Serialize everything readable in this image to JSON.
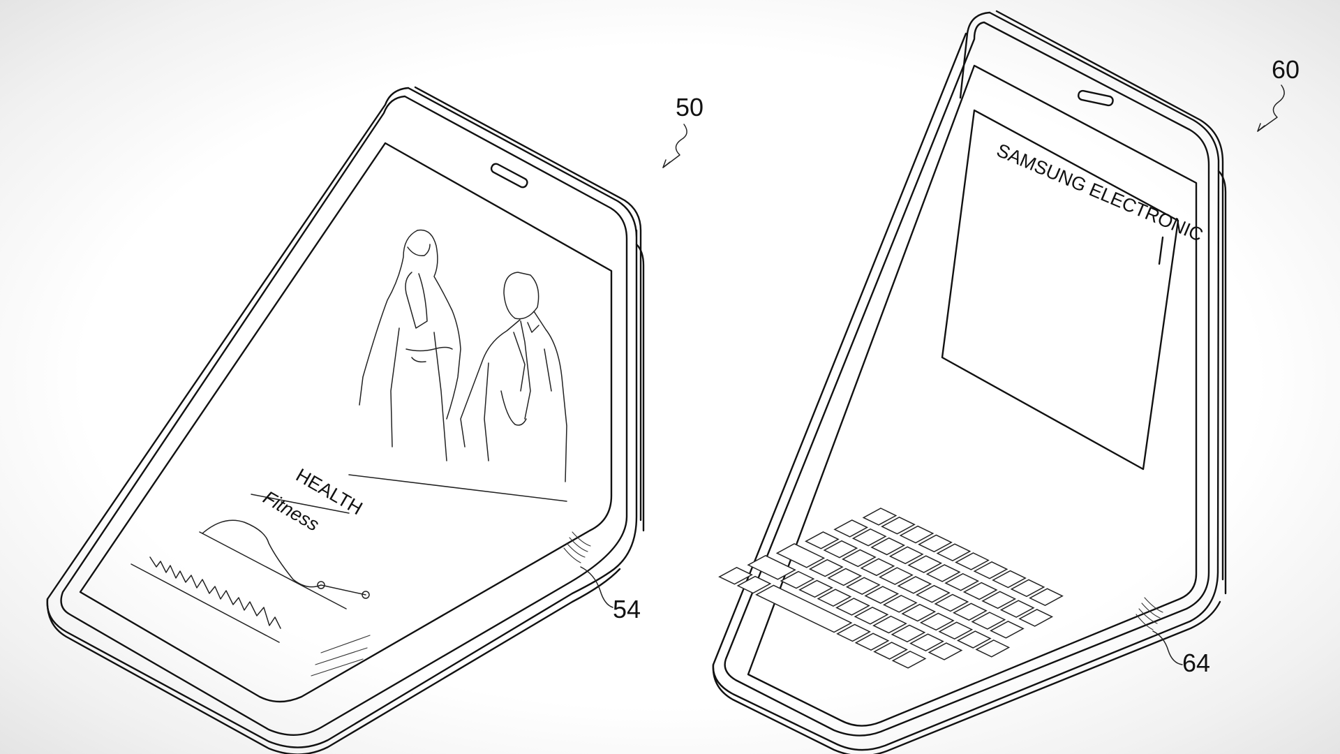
{
  "figure": {
    "left_device": {
      "ref_number": "50",
      "hinge_ref": "54",
      "screen_lines": [
        "HEALTH",
        "Fitness"
      ]
    },
    "right_device": {
      "ref_number": "60",
      "hinge_ref": "64",
      "screen_text": "SAMSUNG ELECTRONIC"
    }
  },
  "colors": {
    "line": "#111111",
    "background": "#ffffff"
  }
}
